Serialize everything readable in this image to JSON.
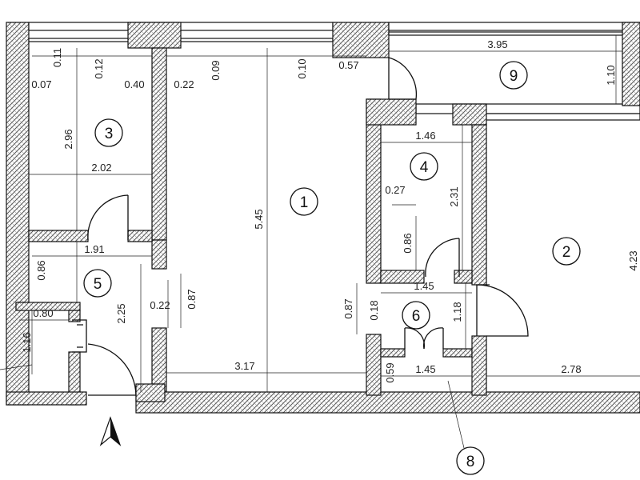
{
  "rooms": [
    "1",
    "2",
    "3",
    "4",
    "5",
    "6",
    "8",
    "9"
  ],
  "dimensions": {
    "r9_w": "3.95",
    "r9_h": "1.10",
    "r3_a": "0.07",
    "r3_b": "0.11",
    "r3_c": "0.12",
    "r3_d": "0.40",
    "r3_h": "2.96",
    "r3_w": "2.02",
    "r1_a": "0.22",
    "r1_b": "0.09",
    "r1_c": "0.10",
    "r1_d": "0.57",
    "r1_h": "5.45",
    "r1_w": "3.17",
    "r1_e": "0.22",
    "r1_f": "0.87",
    "r5_w": "1.91",
    "r5_a": "0.86",
    "r5_h": "2.25",
    "r4_w": "1.46",
    "r4_a": "0.27",
    "r4_h": "2.31",
    "r4_b": "0.86",
    "r6_w": "1.45",
    "r6_a": "0.87",
    "r6_b": "0.18",
    "r6_h": "1.18",
    "r8_a": "0.59",
    "r8_w": "1.45",
    "r2_w": "2.78",
    "r2_h": "4.23",
    "wc_w": "0.80",
    "wc_h": "1.16"
  },
  "colors": {
    "wall_line": "#111111",
    "hatch": "#555555",
    "background": "#ffffff"
  },
  "icons": {
    "north": "north-arrow-icon"
  }
}
